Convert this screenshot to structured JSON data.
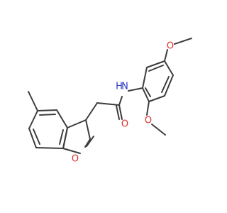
{
  "molecule": {
    "atoms": {
      "amide_n": "N",
      "amide_h": "H",
      "carbonyl_o": "O",
      "furan_o": "O",
      "methoxy_top_o": "O",
      "methoxy_bottom_o": "O"
    },
    "colors": {
      "bond": "#3d3d3d",
      "oxygen": "#e0302a",
      "nitrogen": "#2a37c8",
      "background": "#ffffff"
    }
  }
}
